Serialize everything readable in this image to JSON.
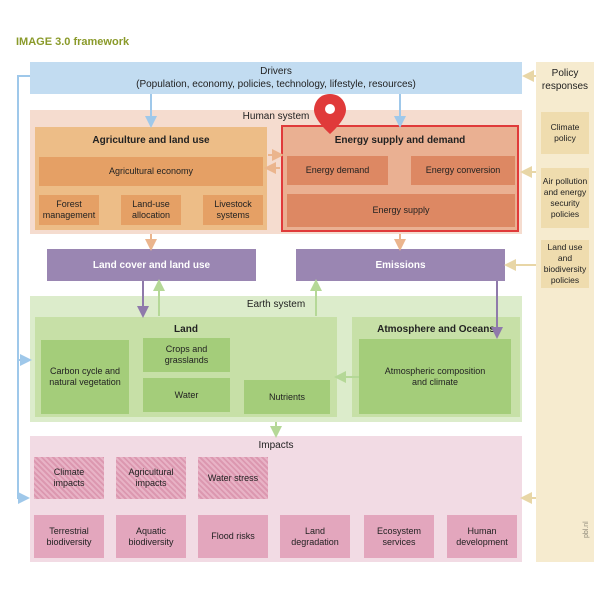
{
  "title": "IMAGE 3.0 framework",
  "drivers": {
    "title": "Drivers",
    "subtitle": "(Population, economy, policies, technology, lifestyle, resources)"
  },
  "policy": {
    "title": "Policy",
    "title2": "responses",
    "items": [
      "Climate policy",
      "Air pollution and energy security policies",
      "Land use and biodiversity policies"
    ]
  },
  "human_system": {
    "label": "Human system",
    "agriculture": {
      "title": "Agriculture and land use",
      "economy": "Agricultural economy",
      "items": [
        "Forest management",
        "Land-use allocation",
        "Livestock systems"
      ]
    },
    "energy": {
      "title": "Energy supply and demand",
      "demand": "Energy demand",
      "conversion": "Energy conversion",
      "supply": "Energy supply"
    }
  },
  "land_cover": "Land cover and land use",
  "emissions": "Emissions",
  "earth_system": {
    "label": "Earth system",
    "land": {
      "title": "Land",
      "carbon": "Carbon cycle and natural vegetation",
      "crops": "Crops and grasslands",
      "water": "Water",
      "nutrients": "Nutrients"
    },
    "atmosphere": {
      "title": "Atmosphere and Oceans",
      "composition": "Atmospheric composition and climate"
    }
  },
  "impacts": {
    "label": "Impacts",
    "row1": [
      "Climate impacts",
      "Agricultural impacts",
      "Water stress"
    ],
    "row2": [
      "Terrestrial biodiversity",
      "Aquatic biodiversity",
      "Flood risks",
      "Land degradation",
      "Ecosystem services",
      "Human development"
    ]
  },
  "credit": "pbl.nl",
  "colors": {
    "title": "#8a9a2a",
    "drivers": "#c2dcf1",
    "policy": "#f6ebcf",
    "human": "#f5dccf",
    "agriculture": "#edbd87",
    "energy": "#eab092",
    "highlight": "#e03a3a",
    "purple": "#9a86b2",
    "earth": "#dceccb",
    "green": "#a4cd7a",
    "impacts": "#f2dbe4"
  },
  "icons": [
    "map-pin-icon"
  ]
}
